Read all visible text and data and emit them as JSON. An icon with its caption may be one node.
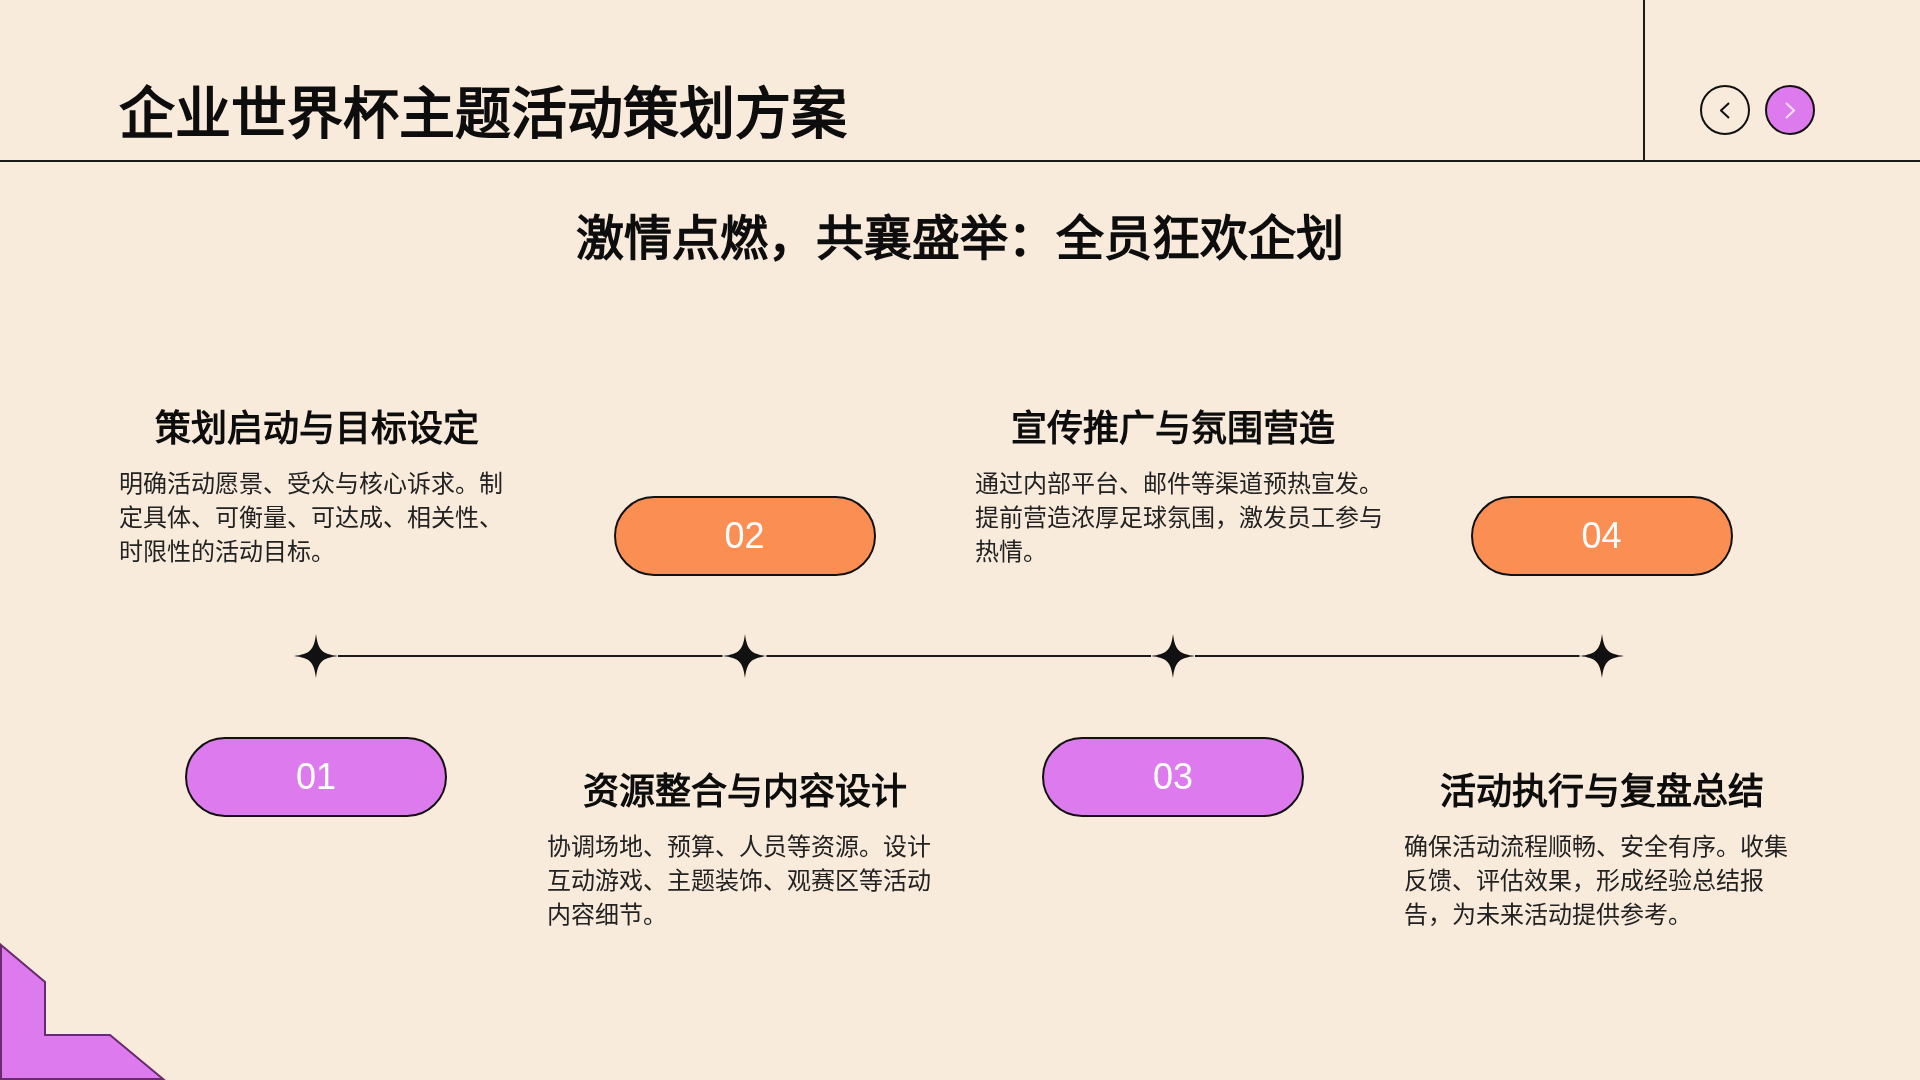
{
  "diagram": {
    "title": "企业世界杯主题活动策划方案",
    "nodes": [
      {
        "text": [
          "01"
        ]
      },
      {
        "text": [
          "02"
        ]
      },
      {
        "text": [
          "03"
        ]
      },
      {
        "text": [
          "04"
        ]
      },
      {
        "text": [],
        "shape": "star"
      },
      {
        "text": [],
        "shape": "star"
      },
      {
        "text": [],
        "shape": "star"
      },
      {
        "text": [],
        "shape": "star"
      }
    ],
    "edges": [
      {
        "from": 4,
        "to": 5,
        "arrow": "none"
      },
      {
        "from": 5,
        "to": 6,
        "arrow": "none"
      },
      {
        "from": 6,
        "to": 7,
        "arrow": "none"
      }
    ],
    "labels": [
      "激情点燃，共襄盛举：全员狂欢企划",
      "策划启动与目标设定",
      "明确活动愿景、受众与核心诉求。制定具体、可衡量、可达成、相关性、时限性的活动目标。",
      "宣传推广与氛围营造",
      "通过内部平台、邮件等渠道预热宣发。提前营造浓厚足球氛围，激发员工参与热情。",
      "资源整合与内容设计",
      "协调场地、预算、人员等资源。设计互动游戏、主题装饰、观赛区等活动内容细节。",
      "活动执行与复盘总结",
      "确保活动流程顺畅、安全有序。收集反馈、评估效果，形成经验总结报告，为未来活动提供参考。"
    ]
  }
}
